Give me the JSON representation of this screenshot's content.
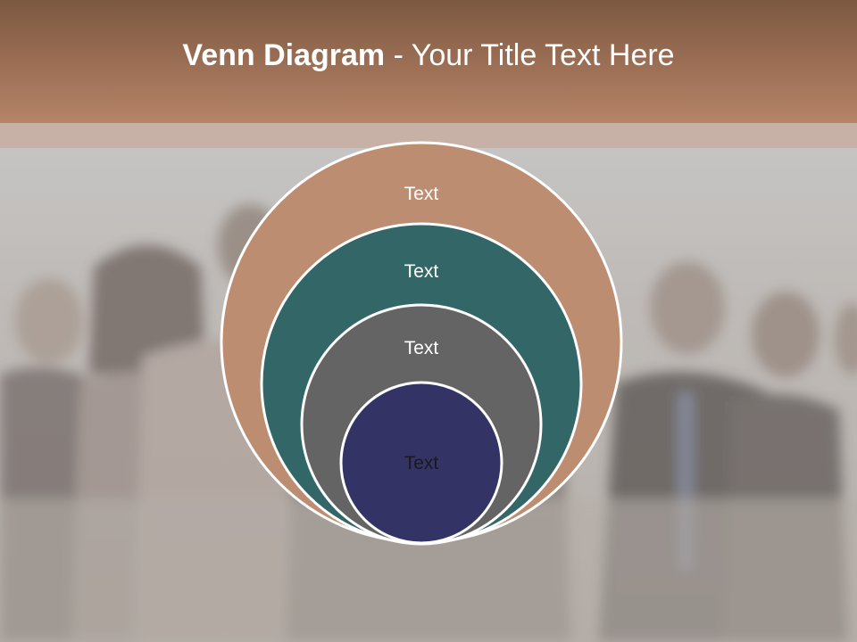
{
  "header": {
    "title_bold": "Venn Diagram",
    "title_rest": " - Your Title Text Here"
  },
  "diagram": {
    "circles": [
      {
        "label": "Text",
        "color": "#bd8d72",
        "label_color": "#ffffff"
      },
      {
        "label": "Text",
        "color": "#336666",
        "label_color": "#ffffff"
      },
      {
        "label": "Text",
        "color": "#646464",
        "label_color": "#ffffff"
      },
      {
        "label": "Text",
        "color": "#333366",
        "label_color": "#1a1a1a"
      }
    ],
    "outline_color": "#ffffff"
  },
  "background": {
    "image": "blurred group of business people standing with arms crossed"
  }
}
